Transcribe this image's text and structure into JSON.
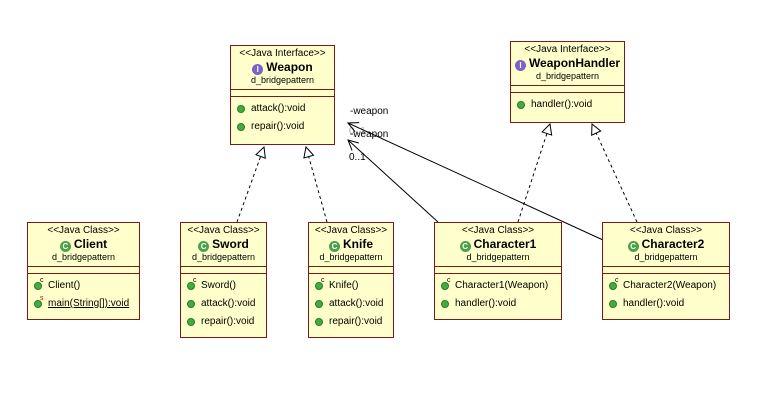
{
  "boxes": {
    "weapon": {
      "stereotype": "<<Java Interface>>",
      "name": "Weapon",
      "package": "d_bridgepattern",
      "ops": [
        "attack():void",
        "repair():void"
      ]
    },
    "weapon_handler": {
      "stereotype": "<<Java Interface>>",
      "name": "WeaponHandler",
      "package": "d_bridgepattern",
      "ops": [
        "handler():void"
      ]
    },
    "client": {
      "stereotype": "<<Java Class>>",
      "name": "Client",
      "package": "d_bridgepattern",
      "ops": [
        "Client()",
        "main(String[]):void"
      ]
    },
    "sword": {
      "stereotype": "<<Java Class>>",
      "name": "Sword",
      "package": "d_bridgepattern",
      "ops": [
        "Sword()",
        "attack():void",
        "repair():void"
      ]
    },
    "knife": {
      "stereotype": "<<Java Class>>",
      "name": "Knife",
      "package": "d_bridgepattern",
      "ops": [
        "Knife()",
        "attack():void",
        "repair():void"
      ]
    },
    "character1": {
      "stereotype": "<<Java Class>>",
      "name": "Character1",
      "package": "d_bridgepattern",
      "ops": [
        "Character1(Weapon)",
        "handler():void"
      ]
    },
    "character2": {
      "stereotype": "<<Java Class>>",
      "name": "Character2",
      "package": "d_bridgepattern",
      "ops": [
        "Character2(Weapon)",
        "handler():void"
      ]
    }
  },
  "badges": {
    "constructor": "c",
    "static": "s"
  },
  "icons": {
    "interface": "I",
    "class": "C"
  },
  "associations": {
    "role_top": "-weapon",
    "role_bottom": "-weapon",
    "mult_top": "0..1",
    "mult_bottom": "0..1"
  },
  "colors": {
    "box_fill": "#ffffcc",
    "box_border": "#7a1a1a",
    "method_dot": "#3fae3f",
    "interface_icon": "#7b61c9",
    "class_icon": "#49a24a"
  }
}
